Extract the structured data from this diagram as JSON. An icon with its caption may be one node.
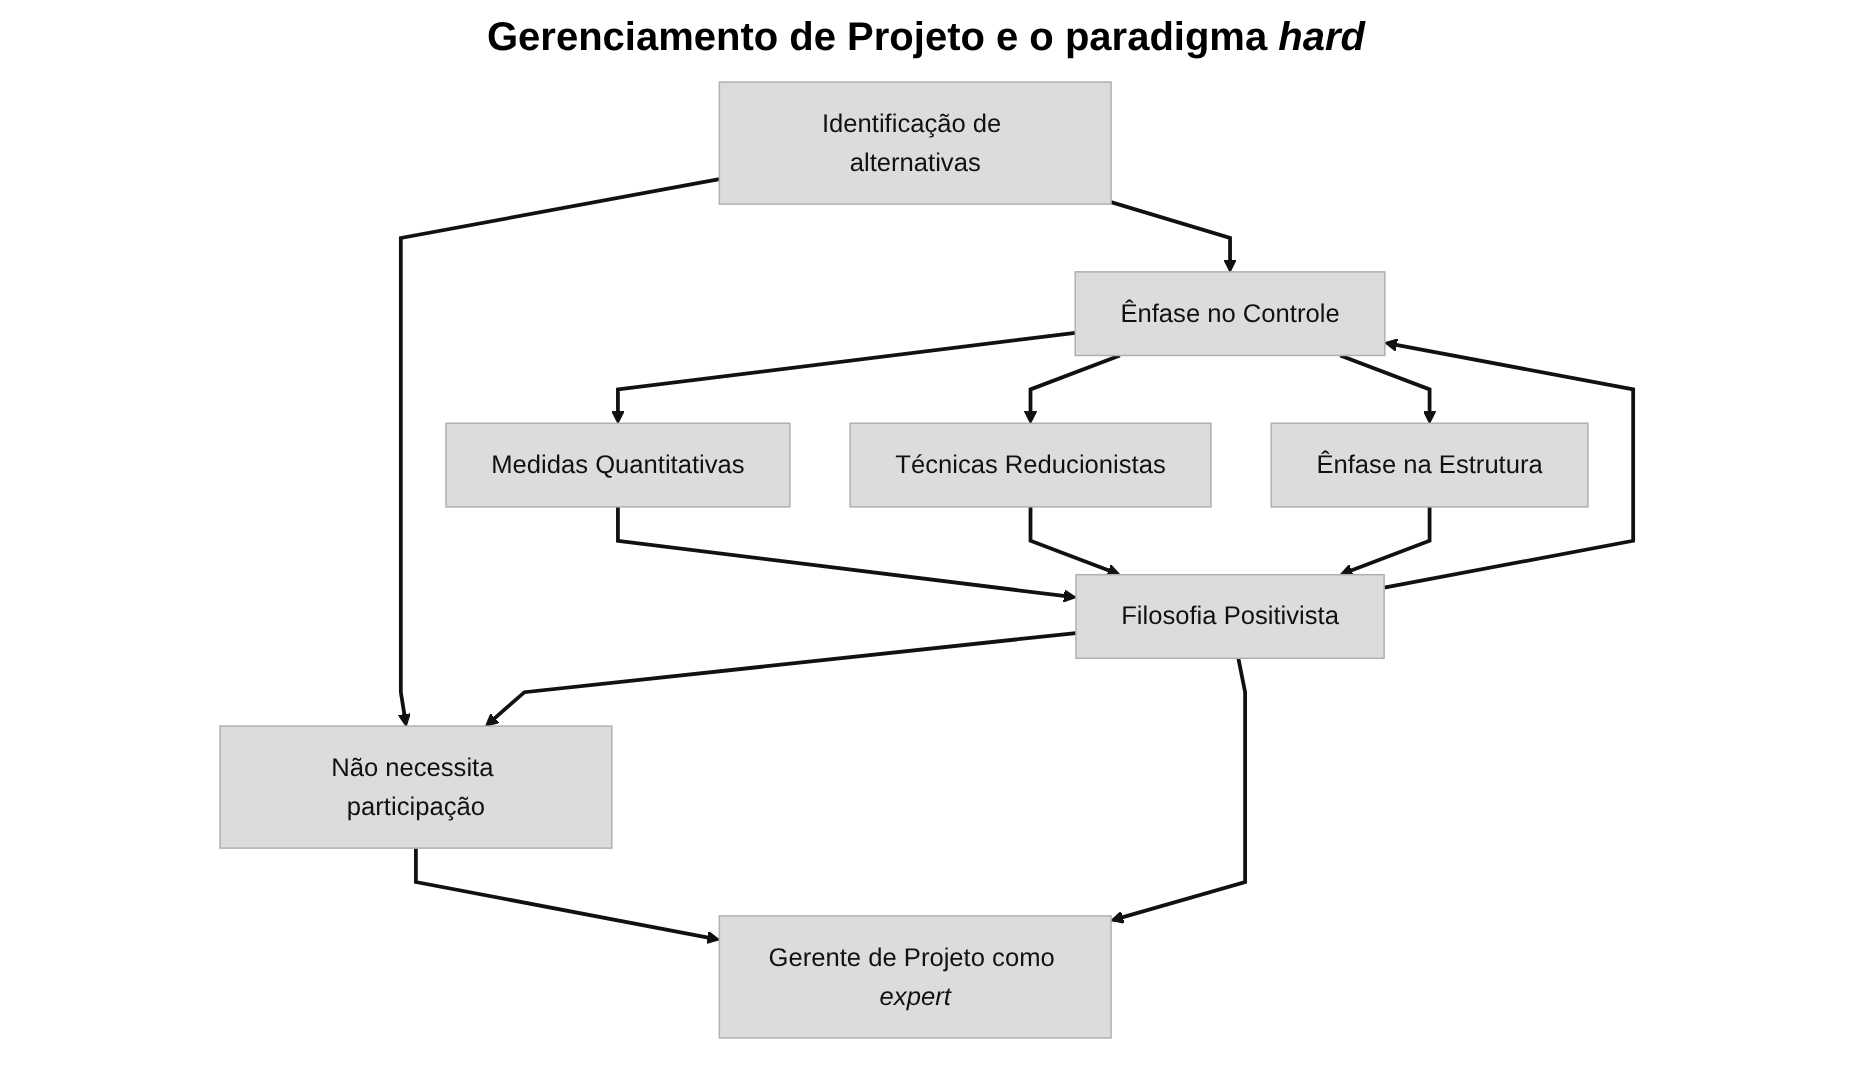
{
  "diagram": {
    "title": "Gerenciamento de Projeto e o paradigma *hard*",
    "nodes": [
      {
        "text": [
          "Identificação de alternativas"
        ]
      },
      {
        "text": [
          "Medidas Quantitativas"
        ]
      },
      {
        "text": [
          "Não necessita participação"
        ]
      },
      {
        "text": [
          "Ênfase no Controle"
        ]
      },
      {
        "text": [
          "Técnicas Reducionistas"
        ]
      },
      {
        "text": [
          "Gerente de Projeto como *expert*"
        ]
      },
      {
        "text": [
          "Filosofia Positivista"
        ]
      },
      {
        "text": [
          "Ênfase na Estrutura"
        ]
      }
    ],
    "edges": [
      {
        "from": 0,
        "to": 2,
        "arrow": "to"
      },
      {
        "from": 0,
        "to": 3,
        "arrow": "to"
      },
      {
        "from": 3,
        "to": 1,
        "arrow": "to"
      },
      {
        "from": 3,
        "to": 4,
        "arrow": "to"
      },
      {
        "from": 3,
        "to": 7,
        "arrow": "to"
      },
      {
        "from": 2,
        "to": 5,
        "arrow": "to"
      },
      {
        "from": 6,
        "to": 2,
        "arrow": "to"
      },
      {
        "from": 6,
        "to": 3,
        "arrow": "to"
      },
      {
        "from": 6,
        "to": 5,
        "arrow": "to"
      },
      {
        "from": 1,
        "to": 6,
        "arrow": "to"
      },
      {
        "from": 4,
        "to": 6,
        "arrow": "to"
      },
      {
        "from": 7,
        "to": 6,
        "arrow": "to"
      }
    ]
  }
}
